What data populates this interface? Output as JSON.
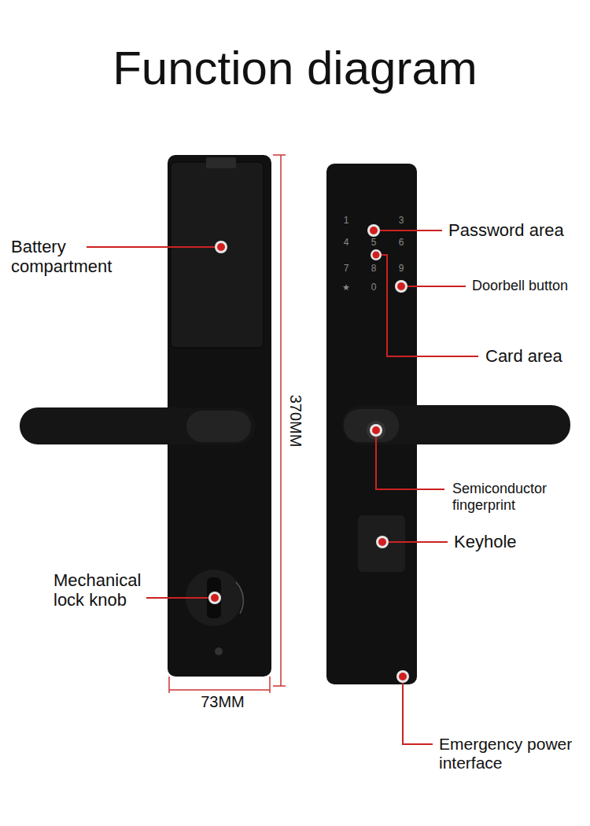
{
  "diagram": {
    "title": "Function diagram",
    "labels": [
      "Battery compartment",
      "Mechanical lock knob",
      "370MM",
      "73MM",
      "Password area",
      "Doorbell button",
      "Card area",
      "Semiconductor fingerprint",
      "Keyhole",
      "Emergency power interface",
      "1",
      "3",
      "4",
      "5",
      "6",
      "7",
      "8",
      "9",
      "★",
      "0"
    ]
  }
}
